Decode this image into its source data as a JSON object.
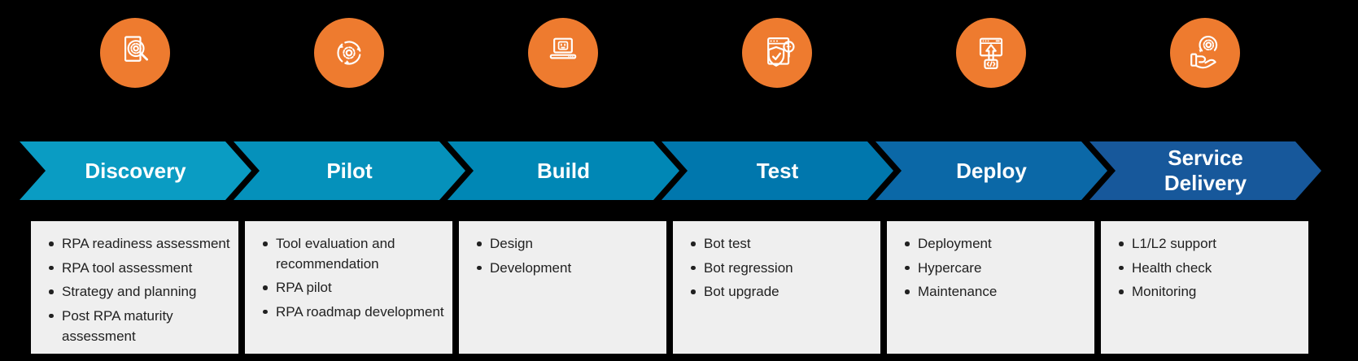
{
  "colors": {
    "background": "#000000",
    "icon_circle": "#EE7B2F",
    "box_background": "#EFEFEF",
    "body_text": "#212121",
    "title_text": "#FFFFFF"
  },
  "stages": [
    {
      "label": "Discovery",
      "arrow_color": "#0A9CC3",
      "icon": "document-search-gear-icon",
      "items": [
        "RPA readiness assessment",
        "RPA tool assessment",
        "Strategy and planning",
        "Post RPA maturity assessment"
      ]
    },
    {
      "label": "Pilot",
      "arrow_color": "#0591BB",
      "icon": "gear-cycle-arrows-icon",
      "items": [
        "Tool evaluation and recommendation",
        "RPA pilot",
        "RPA roadmap development"
      ]
    },
    {
      "label": "Build",
      "arrow_color": "#0087B5",
      "icon": "laptop-robot-icon",
      "items": [
        "Design",
        "Development"
      ]
    },
    {
      "label": "Test",
      "arrow_color": "#0077AD",
      "icon": "shield-check-search-icon",
      "items": [
        "Bot test",
        "Bot regression",
        "Bot upgrade"
      ]
    },
    {
      "label": "Deploy",
      "arrow_color": "#0B68A7",
      "icon": "browser-upload-code-icon",
      "items": [
        "Deployment",
        "Hypercare",
        "Maintenance"
      ]
    },
    {
      "label": "Service Delivery",
      "arrow_color": "#17589B",
      "icon": "hand-gear-sync-icon",
      "items": [
        "L1/L2 support",
        "Health check",
        "Monitoring"
      ]
    }
  ]
}
